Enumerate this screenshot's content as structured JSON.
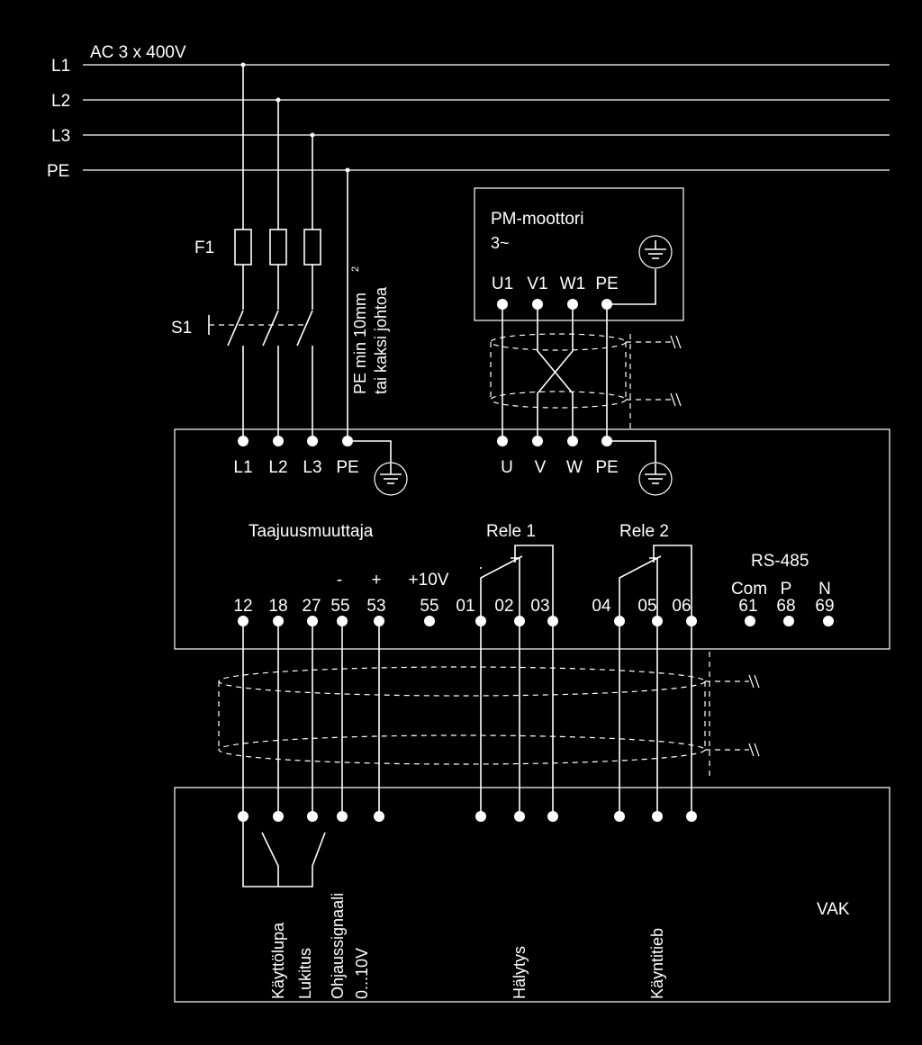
{
  "supply": {
    "voltage": "AC 3 x 400V",
    "lines": [
      "L1",
      "L2",
      "L3",
      "PE"
    ]
  },
  "protection": {
    "fuse": "F1",
    "switch": "S1",
    "pe_note_1": "PE min 10mm",
    "pe_note_sup": "2",
    "pe_note_2": "tai kaksi johtoa"
  },
  "motor": {
    "title": "PM-moottori",
    "phase": "3~",
    "terminals": [
      "U1",
      "V1",
      "W1",
      "PE"
    ]
  },
  "drive": {
    "name": "Taajuusmuuttaja",
    "input_terminals": [
      "L1",
      "L2",
      "L3",
      "PE"
    ],
    "output_terminals": [
      "U",
      "V",
      "W",
      "PE"
    ],
    "minus": "-",
    "plus": "+",
    "ref_voltage": "+10V",
    "relay1": "Rele 1",
    "relay2": "Rele 2",
    "rs485": "RS-485",
    "rs485_labels": [
      "Com",
      "P",
      "N"
    ],
    "control_terminals": [
      "12",
      "18",
      "27",
      "55",
      "53",
      "55",
      "01",
      "02",
      "03",
      "04",
      "05",
      "06"
    ],
    "rs485_terminals": [
      "61",
      "68",
      "69"
    ]
  },
  "controller": {
    "name": "VAK",
    "signals": [
      "Käyttölupa",
      "Lukitus",
      "Ohjaussignaali",
      "0...10V",
      "Hälytys",
      "Käyntitieb"
    ]
  }
}
